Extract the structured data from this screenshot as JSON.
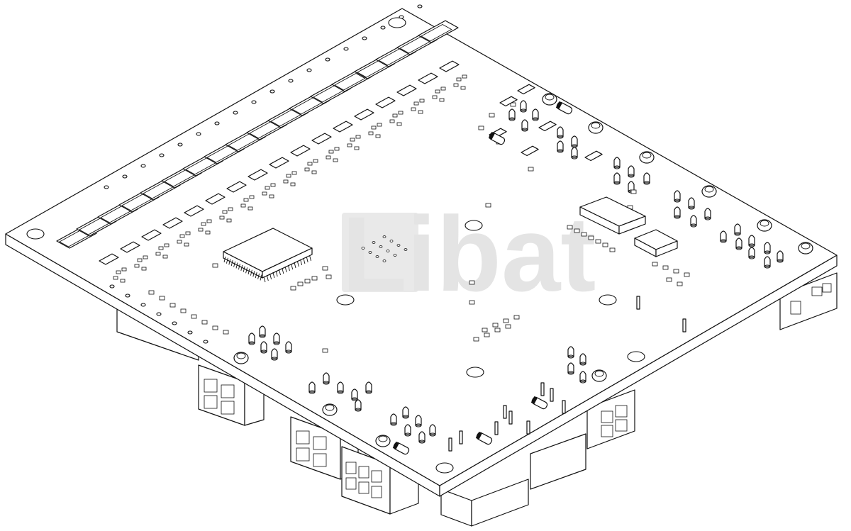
{
  "watermark": {
    "text": "Libat",
    "color": "#e4e4e4"
  },
  "colors": {
    "line": "#111111",
    "paper": "#ffffff"
  },
  "icons": [
    "pcb-board",
    "microcontroller-chip",
    "relay-block",
    "molex-connector",
    "rj45-jack",
    "mounting-hole"
  ]
}
